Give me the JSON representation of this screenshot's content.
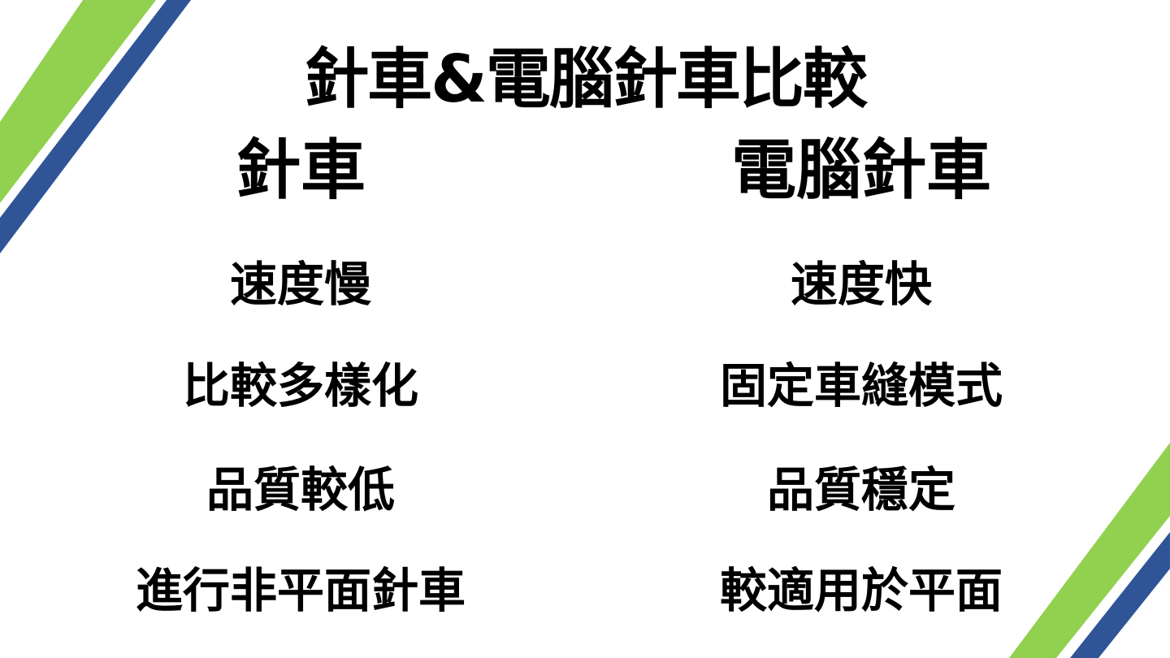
{
  "slide": {
    "title": "針車&電腦針車比較",
    "left": {
      "heading": "針車",
      "items": [
        "速度慢",
        "比較多樣化",
        "品質較低",
        "進行非平面針車"
      ]
    },
    "right": {
      "heading": "電腦針車",
      "items": [
        "速度快",
        "固定車縫模式",
        "品質穩定",
        "較適用於平面"
      ]
    }
  },
  "colors": {
    "background": "#ffffff",
    "text": "#000000",
    "stripe_green": "#92d050",
    "stripe_blue": "#2f5597"
  }
}
